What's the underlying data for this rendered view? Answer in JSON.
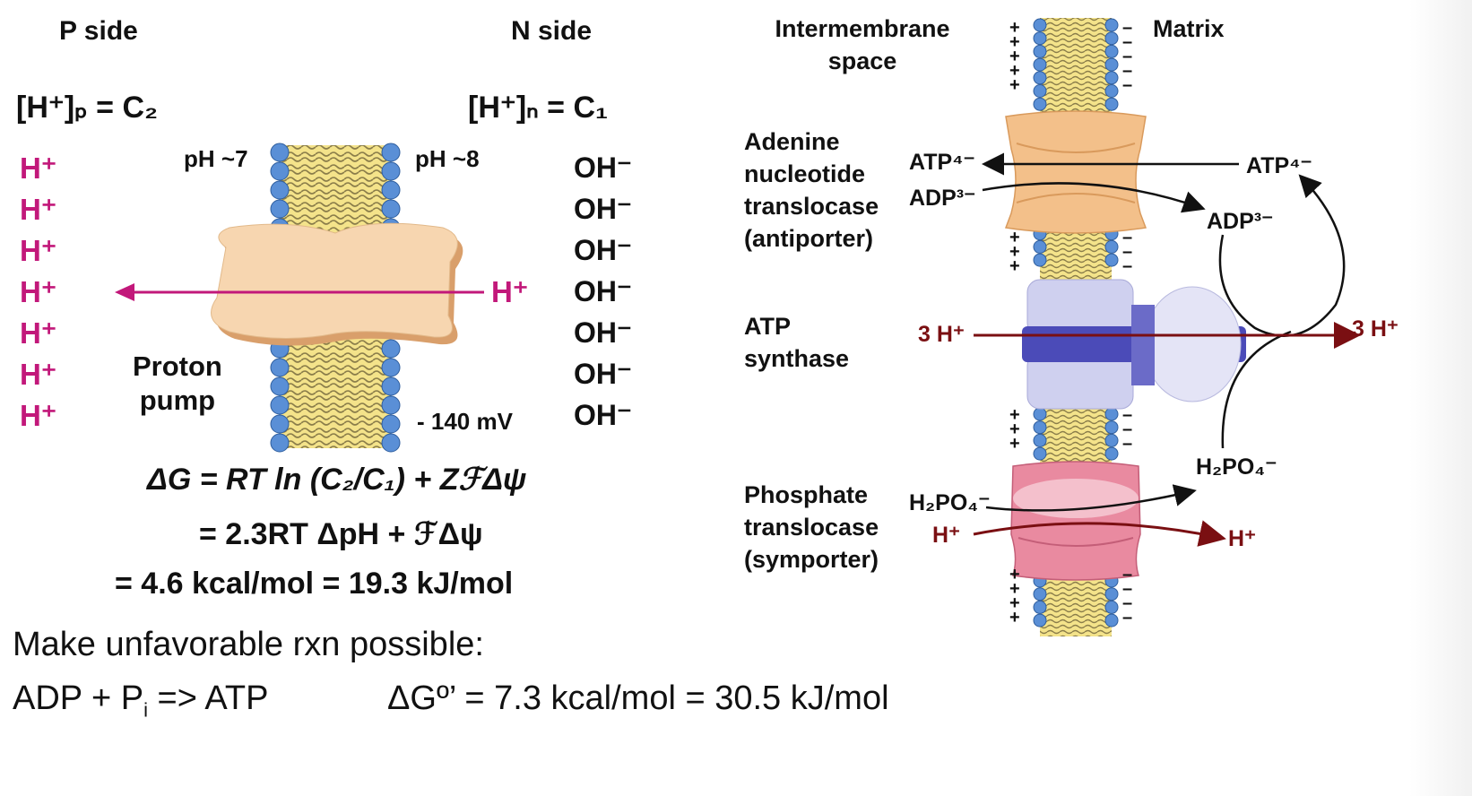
{
  "left": {
    "p_side": "P side",
    "n_side": "N side",
    "conc_p": "[H⁺]ₚ = C₂",
    "conc_n": "[H⁺]ₙ = C₁",
    "h_plus_list": [
      "H⁺",
      "H⁺",
      "H⁺",
      "H⁺",
      "H⁺",
      "H⁺",
      "H⁺"
    ],
    "oh_list": [
      "OH⁻",
      "OH⁻",
      "OH⁻",
      "OH⁻",
      "OH⁻",
      "OH⁻",
      "OH⁻"
    ],
    "ph_p": "pH ~7",
    "ph_n": "pH ~8",
    "h_plus_arrow": "H⁺",
    "proton_pump": [
      "Proton",
      "pump"
    ],
    "membrane_potential": "- 140 mV",
    "eq1": "ΔG = RT ln (C₂/C₁) + ZℱΔψ",
    "eq2": "= 2.3RT ΔpH + ℱΔψ",
    "eq3": "= 4.6 kcal/mol = 19.3 kJ/mol"
  },
  "right": {
    "intermembrane": [
      "Intermembrane",
      "space"
    ],
    "matrix": "Matrix",
    "ant_label": [
      "Adenine",
      "nucleotide",
      "translocase",
      "(antiporter)"
    ],
    "atp_synthase_label": [
      "ATP",
      "synthase"
    ],
    "phosphate_label": [
      "Phosphate",
      "translocase",
      "(symporter)"
    ],
    "atp_left": "ATP⁴⁻",
    "adp_left": "ADP³⁻",
    "atp_right": "ATP⁴⁻",
    "adp_right": "ADP³⁻",
    "three_h_left": "3 H⁺",
    "three_h_right": "3 H⁺",
    "h2po4_left": "H₂PO₄⁻",
    "h2po4_right": "H₂PO₄⁻",
    "h_left": "H⁺",
    "h_right": "H⁺",
    "plus": "+",
    "minus": "–"
  },
  "bottom": {
    "line1": "Make unfavorable rxn possible:",
    "line2_a": "ADP + P",
    "line2_sub": "i",
    "line2_b": " =>  ATP",
    "line2_c": "ΔGº’ = 7.3 kcal/mol = 30.5 kJ/mol"
  },
  "colors": {
    "magenta": "#c2187a",
    "dark_red": "#7a0f12",
    "membrane_yellow": "#f4e38a",
    "head_blue": "#5a8fd6",
    "pump_tan": "#f7d6b0",
    "ant_orange": "#f3c08a",
    "synthase_lavender": "#cfd0ef",
    "synthase_core": "#4b4bb8",
    "phosphate_pink": "#e98aa0"
  }
}
